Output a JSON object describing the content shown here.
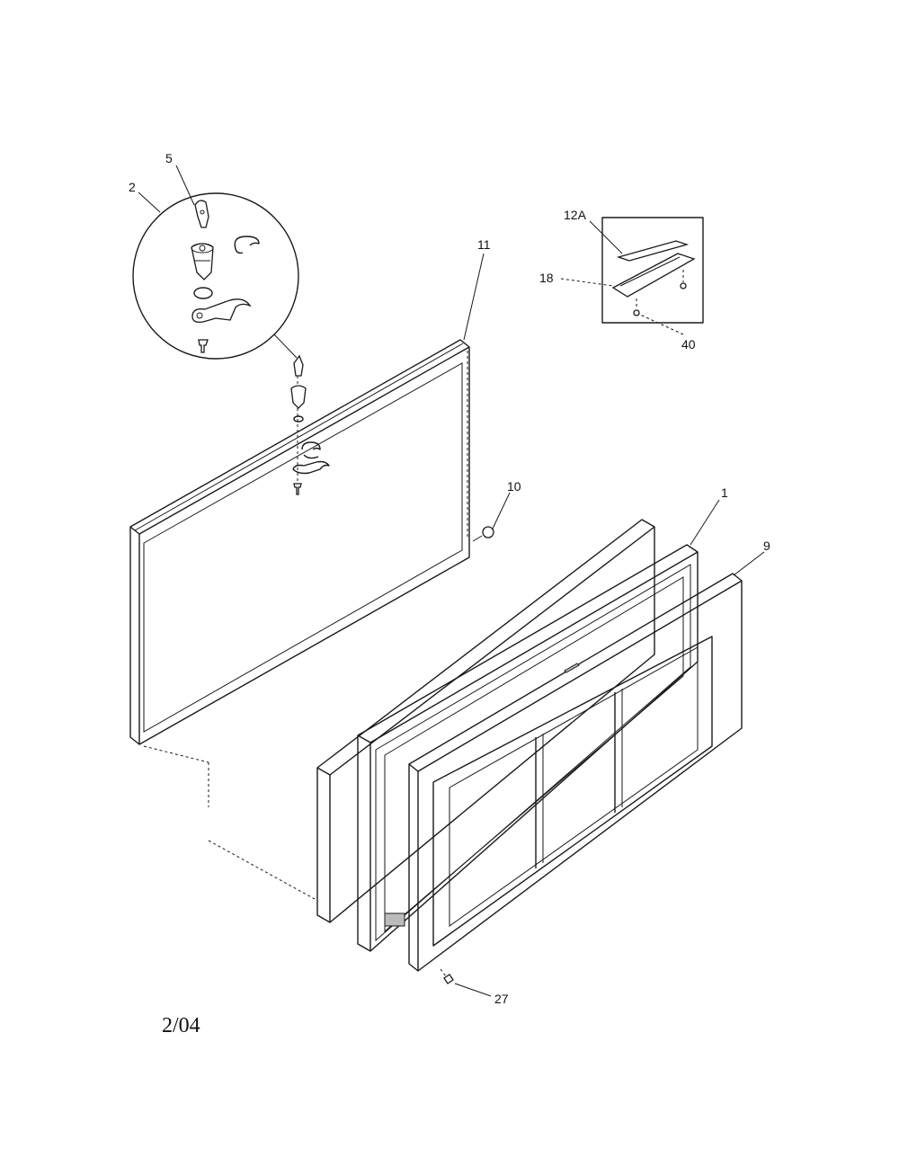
{
  "callouts": {
    "c5": "5",
    "c2": "2",
    "c11": "11",
    "c12a": "12A",
    "c18": "18",
    "c40": "40",
    "c10": "10",
    "c1": "1",
    "c9": "9",
    "c27": "27"
  },
  "footer": {
    "date": "2/04"
  }
}
